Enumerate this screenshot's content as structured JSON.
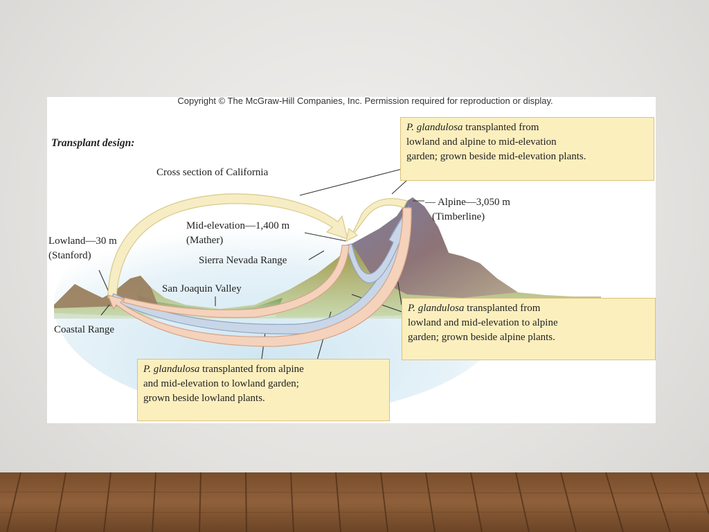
{
  "copyright": "Copyright © The McGraw-Hill Companies, Inc. Permission required for reproduction or display.",
  "heading": "Transplant design:",
  "cross_section_label": "Cross section of California",
  "sites": {
    "lowland_line1": "Lowland—30 m",
    "lowland_line2": "(Stanford)",
    "mid_line1": "Mid-elevation—1,400 m",
    "mid_line2": "(Mather)",
    "alpine_line1": "Alpine—3,050 m",
    "alpine_line2": "(Timberline)"
  },
  "landforms": {
    "sierra": "Sierra Nevada Range",
    "valley": "San Joaquin Valley",
    "coastal": "Coastal Range"
  },
  "boxes": {
    "mid_garden": {
      "species": "P. glandulosa",
      "line1_rest": " transplanted from",
      "line2": "lowland and alpine to mid-elevation",
      "line3": "garden; grown beside mid-elevation plants."
    },
    "alpine_garden": {
      "species": "P. glandulosa",
      "line1_rest": " transplanted from",
      "line2": "lowland and mid-elevation to alpine",
      "line3": "garden; grown beside alpine plants."
    },
    "lowland_garden": {
      "species": "P. glandulosa",
      "line1_rest": " transplanted from alpine",
      "line2": "and mid-elevation to lowland garden;",
      "line3": "grown beside lowland plants."
    }
  },
  "colors": {
    "arrow_to_mid": "#f6edc4",
    "arrow_to_alpine": "#c9d6e8",
    "arrow_to_lowland": "#f5d2bc",
    "box_fill": "#fcefbe",
    "box_border": "#d9c27a"
  }
}
